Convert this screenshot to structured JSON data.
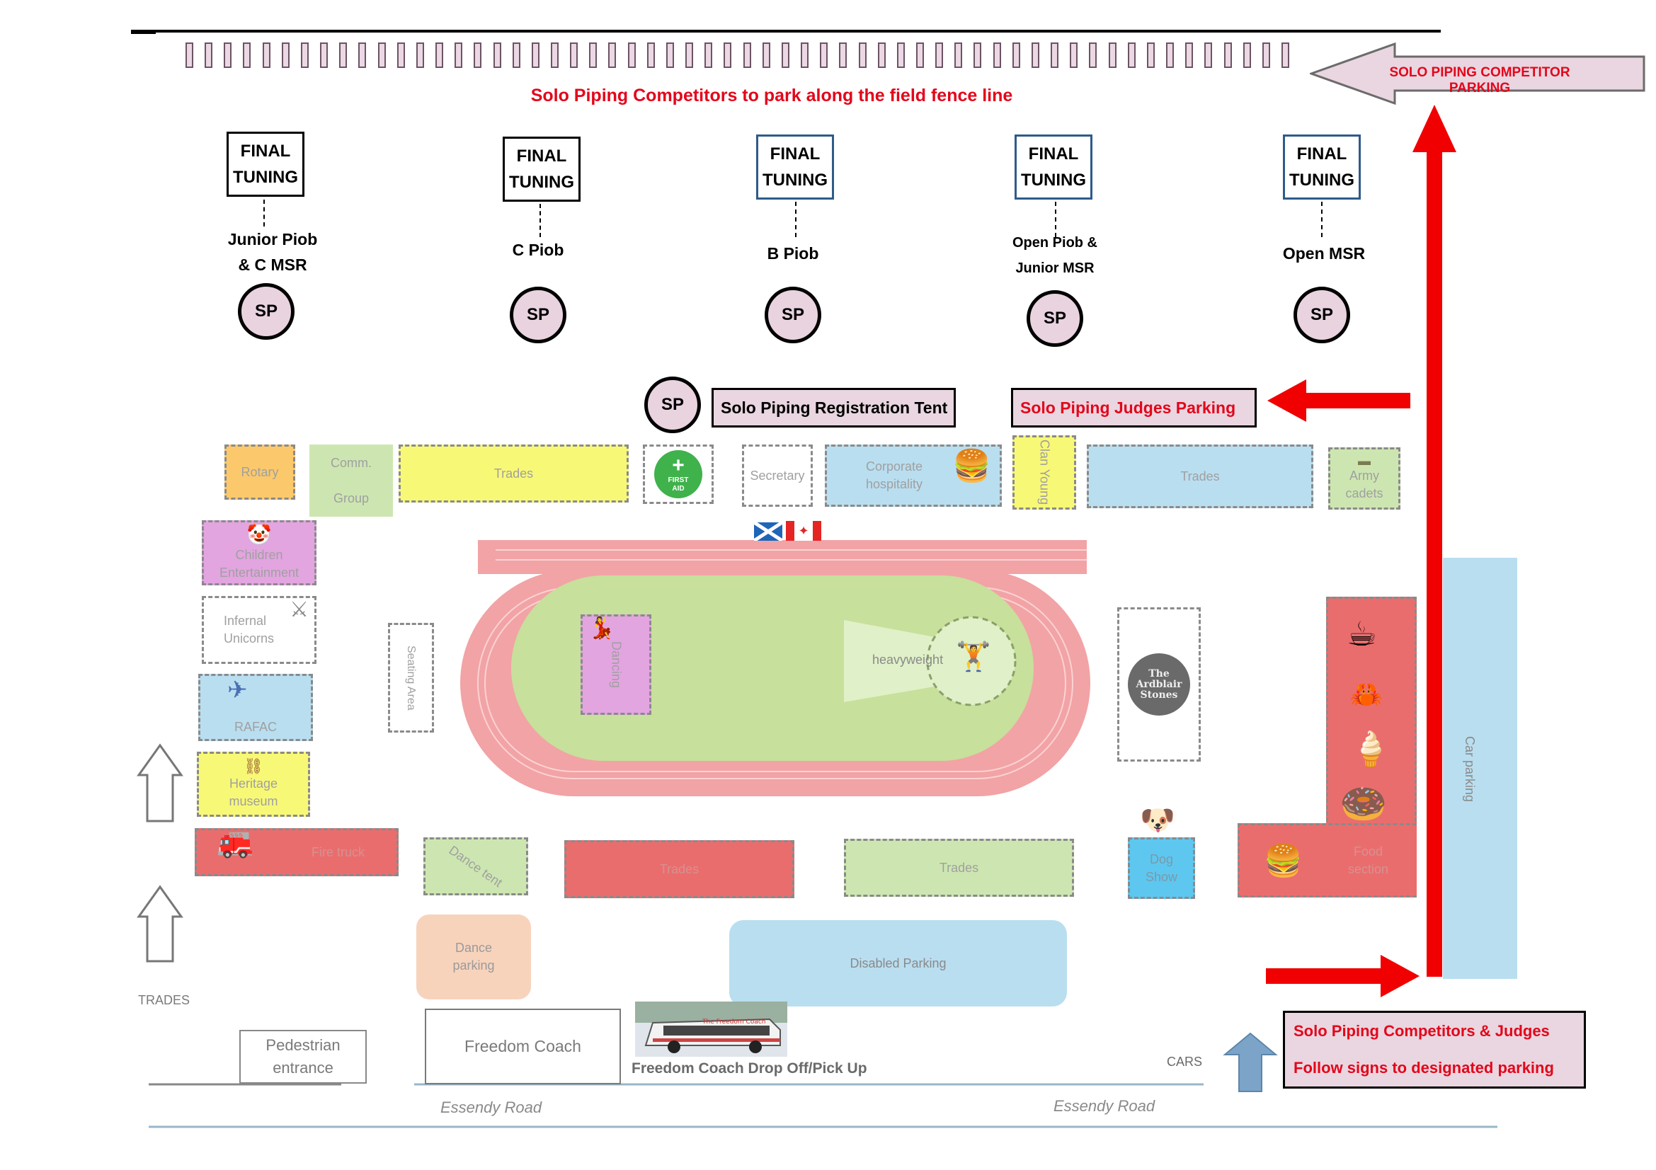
{
  "top_sign": {
    "competitor_parking": "SOLO PIPING COMPETITOR PARKING",
    "fence_note": "Solo Piping Competitors to park along the field fence line"
  },
  "tuning": [
    {
      "box": "FINAL\nTUNING",
      "label": "Junior Piob\n& C MSR",
      "sp": "SP"
    },
    {
      "box": "FINAL\nTUNING",
      "label": "C Piob",
      "sp": "SP"
    },
    {
      "box": "FINAL\nTUNING",
      "label": "B Piob",
      "sp": "SP"
    },
    {
      "box": "FINAL\nTUNING",
      "label": "Open Piob &\nJunior MSR",
      "sp": "SP"
    },
    {
      "box": "FINAL\nTUNING",
      "label": "Open MSR",
      "sp": "SP"
    }
  ],
  "registration": {
    "sp": "SP",
    "label": "Solo Piping Registration Tent"
  },
  "judges_parking": "Solo Piping Judges Parking",
  "stalls": {
    "rotary": "Rotary",
    "comm_group": "Comm.\n\nGroup",
    "trades_top_left": "Trades",
    "secretary": "Secretary",
    "corporate": "Corporate\nhospitality",
    "clan_young": "Clan Young",
    "trades_top_right": "Trades",
    "army_cadets": "Army\ncadets",
    "children": "Children\nEntertainment",
    "infernal": "Infernal\nUnicorns",
    "rafac": "RAFAC",
    "heritage": "Heritage\nmuseum",
    "fire_truck": "Fire truck",
    "seating": "Seating Area",
    "dancing": "Dancing",
    "heavyweight": "heavyweight",
    "stones": "The\nArdblair\nStones",
    "food": "Food\nsection",
    "car_parking": "Car parking",
    "dance_tent": "Dance tent",
    "trades_bottom_1": "Trades",
    "trades_bottom_2": "Trades",
    "dog_show": "Dog\nShow",
    "dance_parking": "Dance\nparking",
    "disabled_parking": "Disabled Parking",
    "first_aid": "FIRST\nAID"
  },
  "bottom": {
    "trades": "TRADES",
    "pedestrian": "Pedestrian\nentrance",
    "freedom_coach": "Freedom Coach",
    "coach_caption": "Freedom Coach Drop Off/Pick Up",
    "coach_vehicle_text": "The Freedom Coach",
    "cars": "CARS",
    "road_left": "Essendy Road",
    "road_right": "Essendy Road"
  },
  "notice": {
    "line1": "Solo Piping  Competitors & Judges",
    "line2": "Follow signs to designated parking"
  },
  "colors": {
    "accent_red": "#e3061b",
    "track": "#f2a3a5",
    "field": "#c7e09b",
    "sign_pink": "#e9d6e0"
  },
  "icons": [
    "first-aid-icon",
    "burger-icon",
    "tank-icon",
    "clown-icon",
    "swords-icon",
    "jet-icon",
    "rope-barrier-icon",
    "fire-truck-icon",
    "dancer-icon",
    "weightlifter-icon",
    "coffee-icon",
    "crab-icon",
    "ice-cream-icon",
    "donut-icon",
    "dog-icon",
    "scotland-flag-icon",
    "canada-flag-icon",
    "coach-icon"
  ]
}
